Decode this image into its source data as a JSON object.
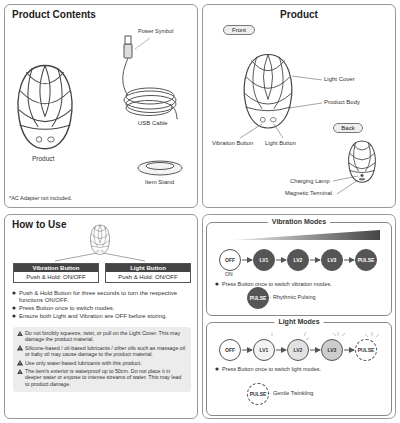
{
  "diagram": {
    "nodes": [
      {
        "text": [
          "Product Contents"
        ]
      },
      {
        "text": [
          "Product"
        ]
      },
      {
        "text": [
          "Front"
        ],
        "in": 1
      },
      {
        "text": [
          "Back"
        ],
        "in": 1
      },
      {
        "text": [
          "How to Use"
        ]
      },
      {
        "text": [
          "Vibration Button",
          "Push & Hold: ON/OFF"
        ],
        "in": 4
      },
      {
        "text": [
          "Light Button",
          "Push & Hold: ON/OFF"
        ],
        "in": 4
      },
      {
        "text": [
          "Do not forcibly squeeze, twist, or pull on the Light Cover. This may damage the product material.",
          "Silicone-based / oil-based lubricants / other oils such as massage oil or baby oil may cause damage to the product material.",
          "Use only water-based lubricants with this product.",
          "The item's exterior is waterproof up to 50cm. Do not place it in deeper water or expose to intense streams of water. This may lead to product damage."
        ],
        "in": 4
      },
      {
        "text": [
          "Vibration Modes"
        ]
      },
      {
        "text": [
          "OFF"
        ],
        "in": 8
      },
      {
        "text": [
          "LV1"
        ],
        "in": 8
      },
      {
        "text": [
          "LV2"
        ],
        "in": 8
      },
      {
        "text": [
          "LV3"
        ],
        "in": 8
      },
      {
        "text": [
          "PULSE"
        ],
        "in": 8
      },
      {
        "text": [
          "PULSE"
        ],
        "in": 8
      },
      {
        "text": [
          "Light Modes"
        ]
      },
      {
        "text": [
          "OFF"
        ],
        "in": 15
      },
      {
        "text": [
          "LV1"
        ],
        "in": 15
      },
      {
        "text": [
          "LV2"
        ],
        "in": 15
      },
      {
        "text": [
          "LV3"
        ],
        "in": 15
      },
      {
        "text": [
          "PULSE"
        ],
        "in": 15
      },
      {
        "text": [
          "PULSE"
        ],
        "in": 15
      }
    ],
    "edges": [
      {
        "from": 9,
        "to": 10,
        "arrow": "to"
      },
      {
        "from": 10,
        "to": 11,
        "arrow": "to"
      },
      {
        "from": 11,
        "to": 12,
        "arrow": "to"
      },
      {
        "from": 12,
        "to": 13,
        "arrow": "to"
      },
      {
        "from": 16,
        "to": 17,
        "arrow": "to"
      },
      {
        "from": 17,
        "to": 18,
        "arrow": "to"
      },
      {
        "from": 18,
        "to": 19,
        "arrow": "to"
      },
      {
        "from": 19,
        "to": 20,
        "arrow": "to"
      }
    ],
    "labels": [
      "Power Symbol",
      "USB Cable",
      "Product",
      "Item Stand",
      "*AC Adapter not included.",
      "Light Cover",
      "Product Body",
      "Vibration Button",
      "Light Button",
      "Charging Lamp",
      "Magnetic Terminal",
      "Push & Hold Button for three seconds to turn the respective functions ON/OFF.",
      "Press Button once to switch modes.",
      "Ensure both Light and Vibration are OFF before storing.",
      "ON",
      "Press Button once to switch vibration modes.",
      "··· Rhythmic Pulsing",
      "Press Button once to switch light modes.",
      "··· Gentle Twinkling"
    ]
  }
}
